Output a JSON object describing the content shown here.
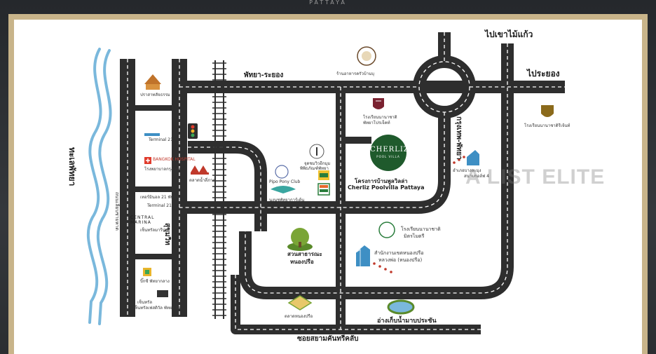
{
  "brand": {
    "top_text": "PATTAYA"
  },
  "watermark": "A LIST ELITE",
  "roads": {
    "to_khao_mai_kaeo": "ไปเขาไม้แก้ว",
    "to_rayong": "ไประยอง",
    "pattaya_rayong": "พัทยา-ระยอง",
    "bangkok_pattaya": "กรุงเทพ-พัทยา",
    "soi_siam_country_club": "ซอยสยามคันทรีคลับ",
    "sukhumvit": "สุขุมวิท",
    "thappraya": "ถนนเลียบชายหาด"
  },
  "sea_label": "ทะเลพัทยา",
  "project": {
    "logo_text": "CHERLIZ",
    "logo_sub": "POOL VILLA",
    "name_th": "โครงการบ้านพูลวิลล่า",
    "name_en": "Cherliz Poolvilla Pattaya"
  },
  "places": {
    "sanctuary": "ปราสาทสัจธรรม",
    "terminal21": "Terminal 21",
    "terminal21_th": "เทอร์มินอล 21 พัทยา",
    "bangkok_hospital": "BANGKOK HOSPITAL",
    "bangkok_hospital_th": "โรงพยาบาลกรุงเทพ",
    "central_marina_1": "CENTRAL",
    "central_marina_2": "MARINA",
    "central_marina_th": "เซ็นทรัลมารีน่า",
    "big_c": "บิ๊กซี พัทยากลาง",
    "central_festival": "เซ็นทรัล",
    "central_festival_th": "เซ็นทรัลเฟสติวัล พัทยา บีช",
    "pattaya_floating": "ตลาดน้ำ",
    "pattaya_floating_th": "ตลาดน้ำสี่ภาค",
    "restaurant": "ร้านอาหารครัวบ้านบุ",
    "pattaya_international": "โรงเรียนนานาชาติ",
    "pattaya_international_2": "พัทยาโปรเจ็คท์",
    "regents_school": "โรงเรียนนานาชาติรีเจ้นท์",
    "museum": "จุดชมวิวอีกมุม",
    "museum_2": "พิพิธภัณฑ์พัทยา",
    "pipo_pony": "Pipo Pony Club",
    "water_park": "นงนุชพัทยาการ์เด้น",
    "public_park": "สวนสาธารณะ",
    "public_park_2": "หนองปรือ",
    "mitr_school": "โรงเรียนนานาชาติ",
    "mitr_school_2": "มิตรไมตรี",
    "district_office": "สำนักงานเขตหนองปรือ",
    "district_office_2": "หลวงพ่อ (หนองปรือ)",
    "nongprue_market": "ตลาดหนองปรือ",
    "reservoir": "อ่างเก็บน้ำมาบประชัน",
    "bangkok_pattaya_hosp": "อำเภอบางละมุง",
    "bangkok_pattaya_hosp_2": "สนามกอล์ฟ 4"
  },
  "colors": {
    "road": "#2e2e2e",
    "dash": "#ffffff",
    "water": "#7ab8dc",
    "frame": "#c8b48a",
    "project": "#1f5a2c"
  }
}
